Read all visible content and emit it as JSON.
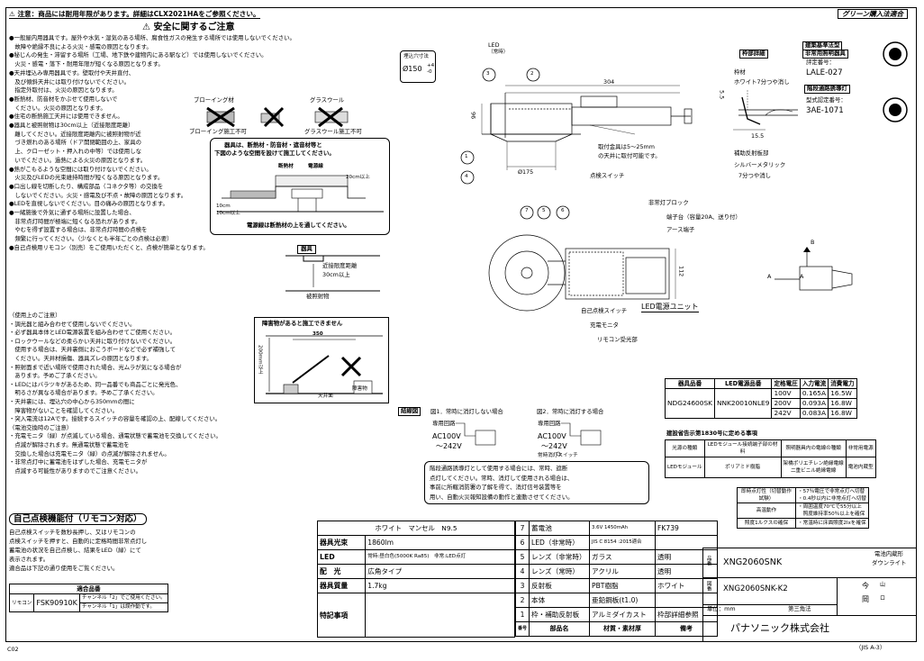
{
  "header": {
    "notice": "⚠ 注意：商品には耐用年限があります。詳細はCLX2021HAをご参照ください。",
    "badge": "グリーン購入法適合"
  },
  "safety": {
    "title": "⚠ 安全に関するご注意",
    "lines": [
      "●一般屋内用器具です。屋外や水気・湿気のある場所、腐食性ガスの発生する場所では使用しないでください。",
      "　故障や絶縁不良による火災・感電の原因となります。",
      "●秘じんの発生・滞留する場所（工場、地下鉄や建物内にある駅など）では使用しないでください。",
      "　火災・感電・落下・耐用年限が短くなる原因となります。",
      "●天井埋込み専用器具です。壁取付や天井直付、",
      "　及び傾斜天井には取り付けないでください。",
      "　指定外取付は、火災の原因となります。",
      "●断熱材、防音材をかぶせて使用しないで",
      "　ください。火災の原因となります。",
      "●住宅の断熱施工天井には使用できません。",
      "●器具と被照射物は30cm以上（近接限度距離）",
      "　離してください。近接限度距離内に被照射物が近",
      "　づき燃れのある場所（ドア開閉範囲の上、家具の",
      "　上、クローゼット・押入れの中等）では使用しな",
      "　いでください。過熱による火災の原因となります。",
      "●熱がこもるような空間には取り付けないでください。",
      "　火災及びLEDの光束維持時間が短くなる原因となります。",
      "●口出し線を切断したり、構成部品（コネクタ等）の交換を",
      "　しないでください。火災・感電及び不点・故障の原因となります。",
      "●LEDを直視しないでください。目の痛みの原因となります。",
      "●一緒施後で外気に通ずる場所に設置した場合、",
      "　非常点灯時間が極端に短くなる恐れがあります。",
      "　やむを得ず設置する場合は、非常点灯時間の点検を",
      "　頻繁に行ってください。（少なくとも半年ごとの点検は必要）",
      "●自己点検用リモコン（別売）をご使用いただくと、点検が簡単となります。"
    ],
    "blowing_label": "ブローイング材",
    "glasswool_label": "グラスウール",
    "blowing_ng": "ブローイング施工不可",
    "glasswool_ng": "グラスウール施工不可",
    "insulation_note_1": "器具は、断熱材・防音材・遮音材等と",
    "insulation_note_2": "下図のような空間を設けて施工してください。",
    "insulation_label": "断熱材",
    "cable_label": "電源線",
    "dim_10cm": "10cm",
    "dim_10cm_over": "10cm以上",
    "dim_20cm": "20cm以上",
    "cable_note": "電源線は断熱材の上を通してください。",
    "figure_label": "器具",
    "proximity_label": "近接限度距離",
    "proximity_value": "30cm以上",
    "target_label": "被照射物"
  },
  "usage": {
    "lines": [
      "（使用上のご注意）",
      "・調光器と組み合わせて使用しないでください。",
      "・必ず器具本体とLED電源装置を組み合わせてご使用ください。",
      "・ロックウールなどの柔らかい天井に取り付けないでください。",
      "　使用する場合は、天井裏側におこうボードなどで必ず補強して",
      "　ください。天井材損傷、器具ズレの原因となります。",
      "・照射面まで近い場所で使用された場合、光ムラが気になる場合が",
      "　あります。予めご了承ください。",
      "・LEDにはバラツキがあるため、同一品番でも商品ごとに発光色、",
      "　明るさが異なる場合があります。予めご了承ください。",
      "・天井裏には、埋込穴の中心から350mmの間に",
      "　障害物がないことを確認してください。",
      "・突入電流は12Aです。接続するスイッチの容量を確認の上、配線してください。",
      "（電池交換時のご注意）",
      "・充電モニタ（緑）が点滅している場合、通電状態で蓄電池を交換してください。",
      "　点滅が解除されます。無通電状態で蓄電池を",
      "　交換した場合は充電モニタ（緑）の点滅が解除されません。",
      "・非常点灯中に蓄電池をはずした場合、充電モニタが",
      "　点滅する可能性がありますのでご注意ください。"
    ],
    "obstacle_title": "障害物があると施工できません",
    "obstacle_dim": "350",
    "obstacle_height": "200mm以上",
    "obstacle_label": "障害物",
    "ceiling_label": "天井面"
  },
  "selfcheck": {
    "title": "自己点検機能付（リモコン対応）",
    "lines": [
      "自己点検スイッチを数秒長押し、又はリモコンの",
      "点検スイッチを押すと、自動的に定格時間非常点灯し",
      "蓄電池の状況を自己点検し、結果をLED（緑）にて",
      "表示されます。",
      "適合品は下記の通り使用をご覧ください。"
    ],
    "table_title": "適合品番",
    "remote_label": "リモコン",
    "remote_model": "FSK90910K",
    "remote_note_1": "チャンネル「2」でご使用ください。",
    "remote_note_2": "チャンネル「1」は誤作動です。"
  },
  "drawing": {
    "cutout_label": "埋込穴寸法",
    "cutout_value": "Ø150",
    "cutout_tol_plus": "+4",
    "cutout_tol_minus": "-0",
    "led_label": "LED",
    "led_sub": "（常時）",
    "dim_304": "304",
    "dim_96": "96",
    "dim_175": "Ø175",
    "dim_112": "112",
    "dim_15_5": "15.5",
    "dim_5_5": "5.5",
    "switch_label": "点検スイッチ",
    "mount_note_1": "取付金具は5〜25mm",
    "mount_note_2": "の天井に取付可能です。",
    "detail_title": "枠部詳細",
    "frame_label": "枠材",
    "frame_finish": "ホワイト7分つや消し",
    "reflector_label": "補助反射板部",
    "reflector_finish_1": "シルバーメタリック",
    "reflector_finish_2": "7分つや消し",
    "block_label": "非常灯ブロック",
    "terminal_label": "端子台（容量20A、送り付）",
    "earth_label": "アース端子",
    "unit_label": "LED電源ユニット",
    "selfswitch_label": "自己点検スイッチ",
    "monitor_label": "充電モニタ",
    "receiver_label": "リモコン受光部",
    "arrow_a": "A",
    "arrow_b": "B",
    "circles": [
      "1",
      "2",
      "3",
      "4",
      "5",
      "6",
      "7"
    ]
  },
  "certification": {
    "title_1": "建築基準法型",
    "title_2": "非常用照明器具",
    "cert_label": "評定番号：",
    "cert_value": "LALE-027",
    "guide_label": "階段通路誘導灯",
    "type_label": "型式認定番号：",
    "type_value": "3AE-1071"
  },
  "wiring": {
    "tag": "結線図",
    "fig1_title": "図1．常時に消灯しない場合",
    "fig2_title": "図2．常時に消灯する場合",
    "circuit_label": "専用回路",
    "voltage_1": "AC100V",
    "voltage_2": "〜242V",
    "switch_note": "常時消灯スイッチ",
    "box_lines": [
      "階段通路誘導灯として使用する場合には、常時、遮断",
      "点灯してください。常時、消灯して使用される場合は、",
      "事前に所轄消防署の了解を得て、消灯信号装置等を",
      "用い、自動火災報知設備の動作と連動させてください。"
    ]
  },
  "power_table": {
    "headers": [
      "器具品番",
      "LED電源品番",
      "定格電圧",
      "入力電流",
      "消費電力"
    ],
    "model": "NDG24600SK",
    "unit_model": "NNK20010NLE9",
    "rows": [
      [
        "100V",
        "0.165A",
        "16.5W"
      ],
      [
        "200V",
        "0.093A",
        "16.8W"
      ],
      [
        "242V",
        "0.083A",
        "16.8W"
      ]
    ]
  },
  "standard_table": {
    "title": "建設省告示第1830号に定める事項",
    "headers": [
      "光源の種類",
      "LEDモジュール接続端子部の材料",
      "照明器具内の電線の種類",
      "非常用電源"
    ],
    "row": [
      "LEDモジュール",
      "ポリアミド樹脂",
      "架橋ポリエチレン絶縁電線\n二重ビニル絶縁電線",
      "電池内蔵型"
    ]
  },
  "emergency_table": {
    "rows": [
      [
        "即時点灯性（切替動作試験）",
        "・57％電圧で非常点灯へ切替",
        "・0.4秒以内に非常点灯へ切替"
      ],
      [
        "高温動作",
        "・周囲温度70℃で55分以上",
        "　照度維持率50％以上を確保"
      ],
      [
        "照度1ルクスの確保",
        "・常温時に床面照度2lxを確保",
        ""
      ]
    ]
  },
  "spec_table": {
    "left": [
      {
        "label": "",
        "value": "ホワイト　マンセル　N9.5"
      },
      {
        "label": "器具光束",
        "value": "1860lm"
      },
      {
        "label": "LED",
        "value": "常時:昼白色(5000K Ra85)　非常:LED点灯"
      },
      {
        "label": "配　光",
        "value": "広角タイプ"
      },
      {
        "label": "器具質量",
        "value": "1.7kg"
      },
      {
        "label": "特記事項",
        "value": ""
      }
    ],
    "parts": [
      [
        "7",
        "蓄電池",
        "3.6V 1450mAh",
        "FK739"
      ],
      [
        "6",
        "LED（非常時）",
        "JIS C 8154 :2015適合",
        ""
      ],
      [
        "5",
        "レンズ（非常時）",
        "ガラス",
        "透明"
      ],
      [
        "4",
        "レンズ（常時）",
        "アクリル",
        "透明"
      ],
      [
        "3",
        "反射板",
        "PBT樹脂",
        "ホワイト"
      ],
      [
        "2",
        "本体",
        "亜鉛鋼板(t1.0)",
        ""
      ],
      [
        "1",
        "枠・補助反射板",
        "アルミダイカスト",
        "枠部詳細参照"
      ]
    ],
    "parts_footer": [
      "番号",
      "部品名",
      "材質・素材厚",
      "備考"
    ],
    "title_model": "XNG2060SNK",
    "title_type_1": "電池内蔵形",
    "title_type_2": "ダウンライト",
    "drawing_no": "XNG2060SNK-K2",
    "unit": "単位：mm",
    "angle": "第三角法",
    "company": "パナソニック株式会社",
    "stamp_1": "今",
    "stamp_2": "山",
    "stamp_3": "岡",
    "stamp_4": "ロ",
    "side_label_1": "品番",
    "side_label_2": "図番"
  },
  "footer": {
    "left": "C02",
    "right": "（JIS A-3）"
  }
}
